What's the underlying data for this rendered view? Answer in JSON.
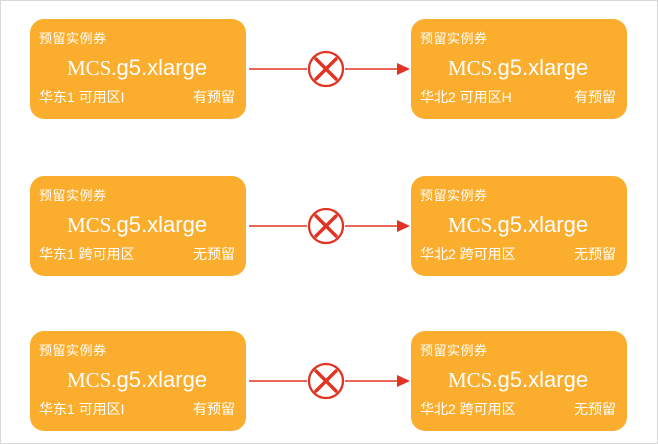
{
  "diagram": {
    "rows": [
      {
        "left": {
          "badge": "预留实例券",
          "instance_serif": "MCS.",
          "instance_rest": "g5.xlarge",
          "zone": "华东1 可用区I",
          "status": "有预留"
        },
        "right": {
          "badge": "预留实例券",
          "instance_serif": "MCS.",
          "instance_rest": "g5.xlarge",
          "zone": "华北2 可用区H",
          "status": "有预留"
        }
      },
      {
        "left": {
          "badge": "预留实例券",
          "instance_serif": "MCS.",
          "instance_rest": "g5.xlarge",
          "zone": "华东1 跨可用区",
          "status": "无预留"
        },
        "right": {
          "badge": "预留实例券",
          "instance_serif": "MCS.",
          "instance_rest": "g5.xlarge",
          "zone": "华北2 跨可用区",
          "status": "无预留"
        }
      },
      {
        "left": {
          "badge": "预留实例券",
          "instance_serif": "MCS.",
          "instance_rest": "g5.xlarge",
          "zone": "华东1 可用区I",
          "status": "有预留"
        },
        "right": {
          "badge": "预留实例券",
          "instance_serif": "MCS.",
          "instance_rest": "g5.xlarge",
          "zone": "华北2 跨可用区",
          "status": "无预留"
        }
      }
    ],
    "colors": {
      "box_background": "#FBAE2E",
      "connector_red": "#E23322",
      "canvas_border": "#D8D8D8",
      "card_text": "#FFFFFF",
      "canvas_background": "#FFFFFF"
    }
  }
}
